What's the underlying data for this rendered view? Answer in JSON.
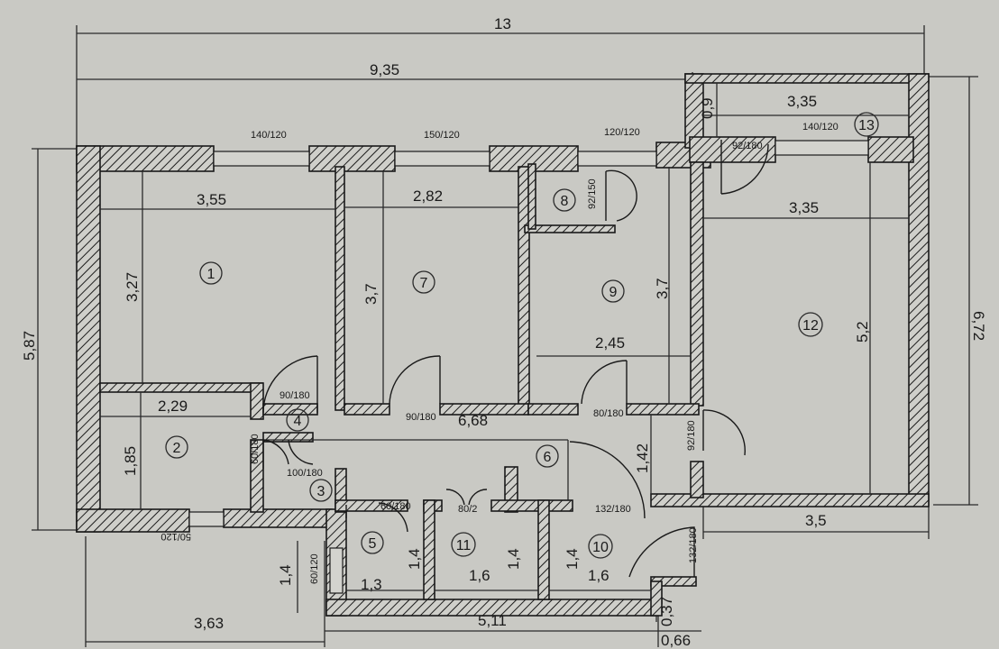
{
  "dimensions": {
    "overall_width": "13",
    "left_block_width": "9,35",
    "total_height": "5,87",
    "right_height": "6,72",
    "top_band_width": "3,35",
    "top_band_depth": "0,9",
    "bottom_left": "3,63",
    "bottom_middle": "5,11",
    "bottom_right": "0,66",
    "right_bottom": "3,5",
    "small_vertical": "0,37",
    "left_bottom_vertical": "1,4"
  },
  "rooms": [
    {
      "id": "1",
      "dims": [
        "3,55",
        "3,27"
      ]
    },
    {
      "id": "2",
      "dims": [
        "2,29",
        "1,85"
      ]
    },
    {
      "id": "3",
      "dims": []
    },
    {
      "id": "4",
      "dims": []
    },
    {
      "id": "5",
      "dims": [
        "1,3",
        "1,4"
      ]
    },
    {
      "id": "6",
      "dims": [
        "6,68",
        "1,42"
      ]
    },
    {
      "id": "7",
      "dims": [
        "2,82",
        "3,7"
      ]
    },
    {
      "id": "8",
      "dims": []
    },
    {
      "id": "9",
      "dims": [
        "2,45",
        "3,7"
      ]
    },
    {
      "id": "10",
      "dims": [
        "1,6",
        "1,4"
      ]
    },
    {
      "id": "11",
      "dims": [
        "1,6",
        "1,4"
      ]
    },
    {
      "id": "12",
      "dims": [
        "3,35",
        "5,2"
      ]
    },
    {
      "id": "13",
      "dims": []
    }
  ],
  "windows": [
    "140/120",
    "150/120",
    "120/120",
    "140/120",
    "50/120",
    "60/120"
  ],
  "doors": [
    "90/180",
    "90/180",
    "80/180",
    "92/180",
    "60/180",
    "100/180",
    "60/180",
    "80/2",
    "132/180",
    "132/180",
    "92/180",
    "92/150"
  ]
}
